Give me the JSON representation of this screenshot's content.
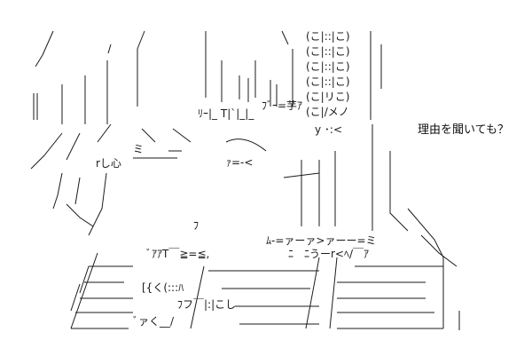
{
  "caption": "理由を聞いても？",
  "art": {
    "kind": "ascii-art",
    "bubble_lines": [
      "(こ|::|こ)",
      "(こ|::|こ)",
      "(こ|::|こ)",
      "(こ|::|こ)",
      "(こ|リこ)",
      "(こ|/メノ"
    ],
    "fragments": {
      "eye_right": "y ･:<",
      "brow_right": "ﾌﾞｰ=芋ｱ",
      "brow_left": "ﾘｰ|_ T|`|_|_",
      "cheek": "ｧ=-<",
      "mouth": "ﾑ-=ァーァ>ァーー=ミ",
      "chest1": "ﾞｱｱT￣≧=≦,",
      "chest2": "ﾆ　ﾆうーr<ﾍ/￣ｱ",
      "hand": "[{く(:::ﾊ",
      "finger": "ﾌフ￣|:|こし",
      "cuff": "ﾞァく__/",
      "paren": "ミ",
      "rl": "rし心",
      "hmark": "ﾌ"
    }
  },
  "colors": {
    "background": "#ffffff",
    "ink": "#1a1a1a"
  }
}
